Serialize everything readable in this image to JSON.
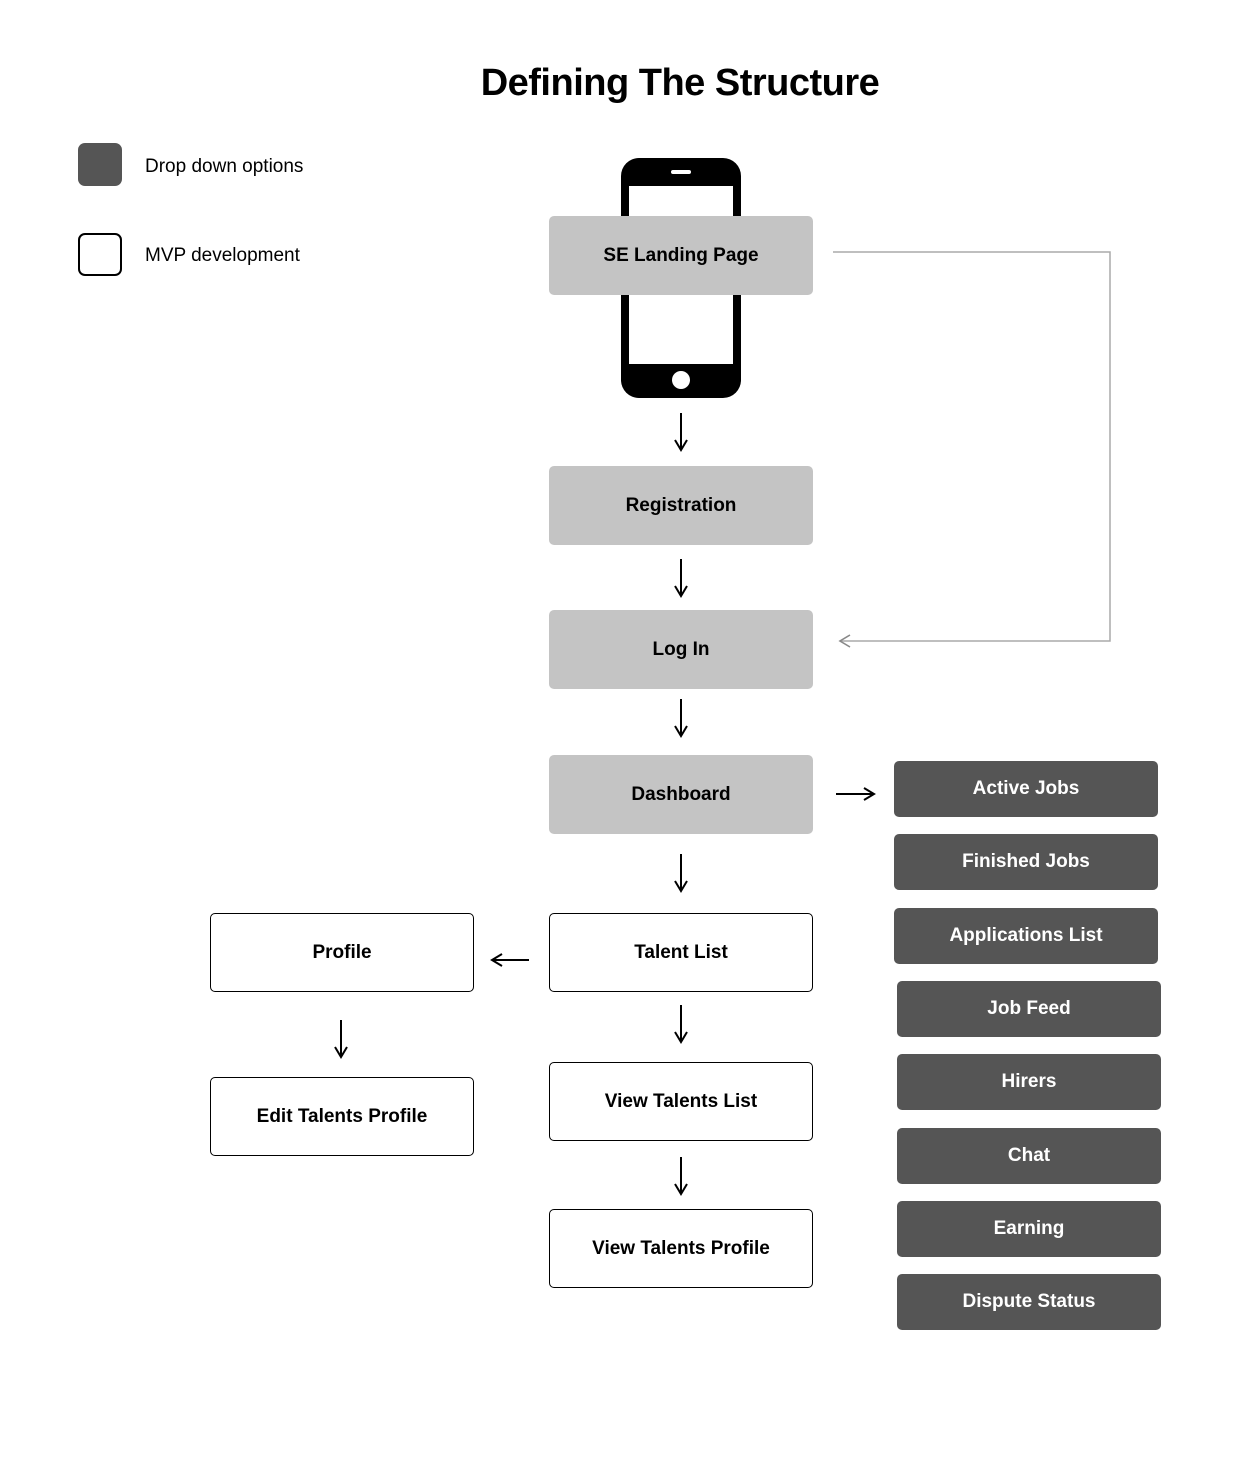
{
  "title": "Defining The Structure",
  "legend": {
    "dropdown_label": "Drop down options",
    "mvp_label": "MVP development"
  },
  "colors": {
    "grey_box": "#c4c4c4",
    "dark_box": "#555555",
    "outline": "#000000"
  },
  "main_flow": {
    "landing": "SE Landing Page",
    "registration": "Registration",
    "login": "Log In",
    "dashboard": "Dashboard",
    "talent_list": "Talent List",
    "view_talents_list": "View Talents List",
    "view_talents_profile": "View Talents Profile"
  },
  "profile_flow": {
    "profile": "Profile",
    "edit_profile": "Edit  Talents Profile"
  },
  "dropdown_options": [
    "Active Jobs",
    "Finished Jobs",
    "Applications List",
    "Job Feed",
    "Hirers",
    "Chat",
    "Earning",
    "Dispute Status"
  ],
  "icons": {
    "phone": "smartphone-icon",
    "arrow": "arrow-icon"
  }
}
